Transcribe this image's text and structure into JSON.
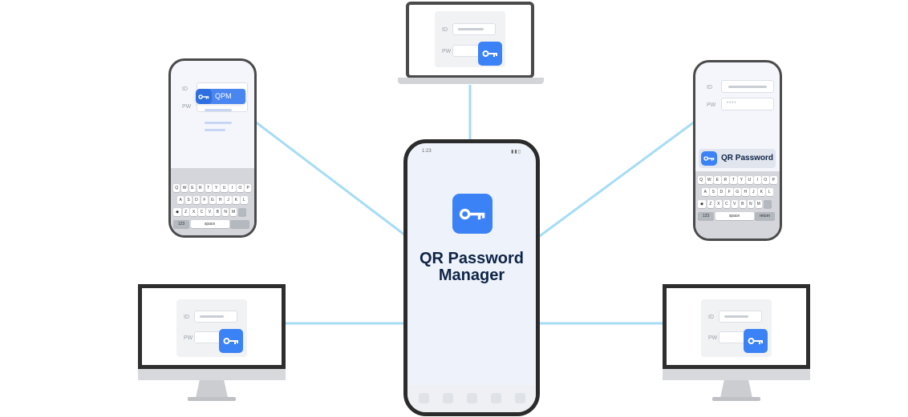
{
  "app": {
    "title_line1": "QR Password",
    "title_line2": "Manager",
    "status_time": "1:23"
  },
  "labels": {
    "id": "ID",
    "pw": "PW",
    "pw_mask": "••••"
  },
  "popups": {
    "left_phone": "QPM",
    "right_phone": "QR Password"
  },
  "keyboard": {
    "row1": [
      "Q",
      "W",
      "E",
      "R",
      "T",
      "Y",
      "U",
      "I",
      "O",
      "P"
    ],
    "row2": [
      "A",
      "S",
      "D",
      "F",
      "G",
      "H",
      "J",
      "K",
      "L"
    ],
    "row3": [
      "Z",
      "X",
      "C",
      "V",
      "B",
      "N",
      "M"
    ],
    "shift_glyph": "◆",
    "numbers_key": "123",
    "space_key": "space",
    "return_key": "return"
  },
  "icons": {
    "key": "key-icon",
    "shift": "shift-icon",
    "delete": "delete-icon"
  },
  "colors": {
    "accent": "#3b82f6",
    "connector": "#a6dcf5",
    "title": "#0f2447",
    "frame": "#4a4a4a"
  }
}
